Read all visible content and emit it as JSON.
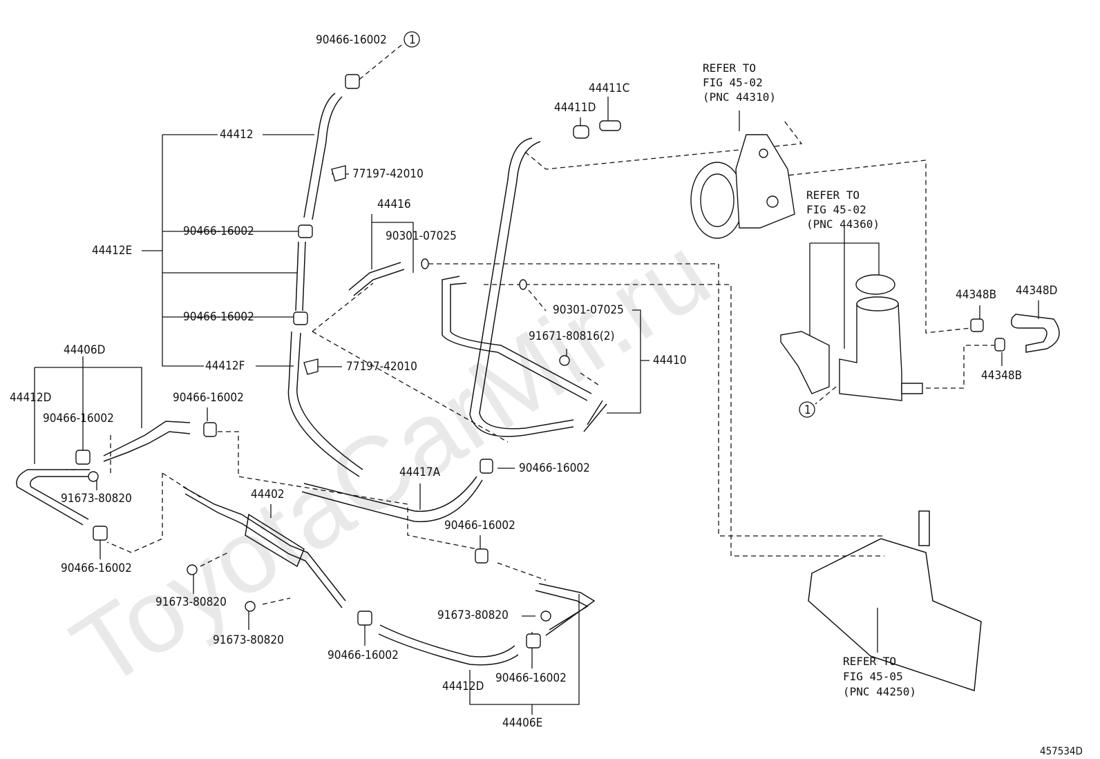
{
  "watermark": "ToyotaCarMir.ru",
  "figure_id": "457534D",
  "labels": [
    "90466-16002",
    "44412",
    "77197-42010",
    "44416",
    "90301-07025",
    "44412E",
    "90466-16002",
    "90466-16002",
    "44412F",
    "77197-42010",
    "44406D",
    "44412D",
    "90466-16002",
    "90466-16002",
    "91673-80820",
    "90466-16002",
    "44402",
    "44417A",
    "90466-16002",
    "90466-16002",
    "91673-80820",
    "91673-80820",
    "91673-80820",
    "90466-16002",
    "90466-16002",
    "44412D",
    "44406E",
    "44411C",
    "44411D",
    "90301-07025",
    "91671-80816(2)",
    "44410",
    "44348B",
    "44348D",
    "44348B"
  ],
  "callouts": [
    "1",
    "1"
  ],
  "refers": [
    {
      "l1": "REFER TO",
      "l2": "FIG 45-02",
      "l3": "(PNC 44310)"
    },
    {
      "l1": "REFER TO",
      "l2": "FIG 45-02",
      "l3": "(PNC 44360)"
    },
    {
      "l1": "REFER TO",
      "l2": "FIG 45-05",
      "l3": "(PNC 44250)"
    }
  ]
}
